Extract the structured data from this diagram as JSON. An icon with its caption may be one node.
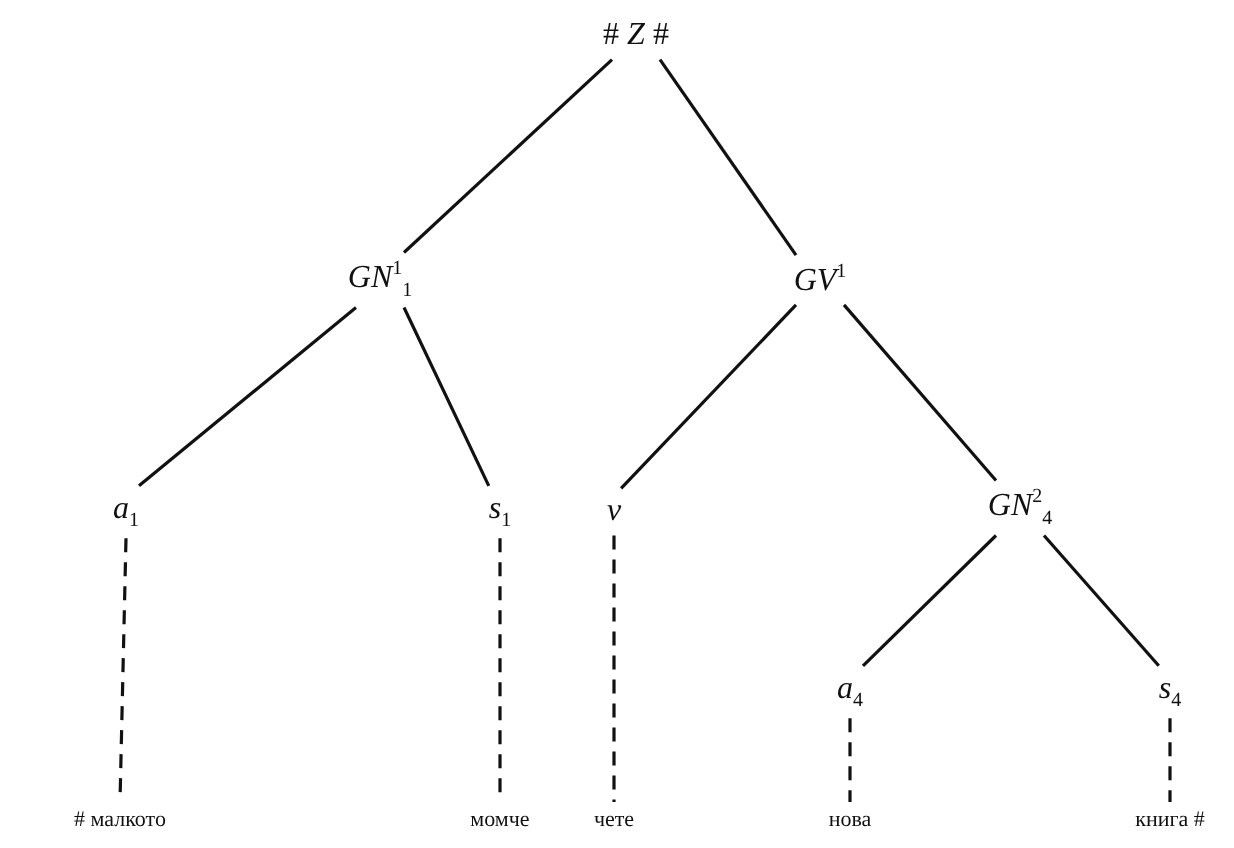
{
  "diagram": {
    "nodes": [
      {
        "text": [
          "# *Z* #"
        ]
      },
      {
        "text": [
          "*GN*$^{1}$$_{1}$"
        ]
      },
      {
        "text": [
          "*GV*$^{1}$"
        ]
      },
      {
        "text": [
          "*a*$_{1}$"
        ]
      },
      {
        "text": [
          "*s*$_{1}$"
        ]
      },
      {
        "text": [
          "*v*"
        ]
      },
      {
        "text": [
          "*GN*$^{2}$$_{4}$"
        ]
      },
      {
        "text": [
          "*a*$_{4}$"
        ]
      },
      {
        "text": [
          "*s*$_{4}$"
        ]
      },
      {
        "text": [
          "# малкото"
        ]
      },
      {
        "text": [
          "момче"
        ]
      },
      {
        "text": [
          "чете"
        ]
      },
      {
        "text": [
          "нова"
        ]
      },
      {
        "text": [
          "книга #"
        ]
      }
    ],
    "edges": [
      {
        "from": 0,
        "to": 1,
        "arrow": "none"
      },
      {
        "from": 0,
        "to": 2,
        "arrow": "none"
      },
      {
        "from": 1,
        "to": 3,
        "arrow": "none"
      },
      {
        "from": 1,
        "to": 4,
        "arrow": "none"
      },
      {
        "from": 2,
        "to": 5,
        "arrow": "none"
      },
      {
        "from": 2,
        "to": 6,
        "arrow": "none"
      },
      {
        "from": 6,
        "to": 7,
        "arrow": "none"
      },
      {
        "from": 6,
        "to": 8,
        "arrow": "none"
      },
      {
        "from": 3,
        "to": 9,
        "arrow": "none",
        "style": "dashed"
      },
      {
        "from": 4,
        "to": 10,
        "arrow": "none",
        "style": "dashed"
      },
      {
        "from": 5,
        "to": 11,
        "arrow": "none",
        "style": "dashed"
      },
      {
        "from": 7,
        "to": 12,
        "arrow": "none",
        "style": "dashed"
      },
      {
        "from": 8,
        "to": 13,
        "arrow": "none",
        "style": "dashed"
      }
    ]
  }
}
